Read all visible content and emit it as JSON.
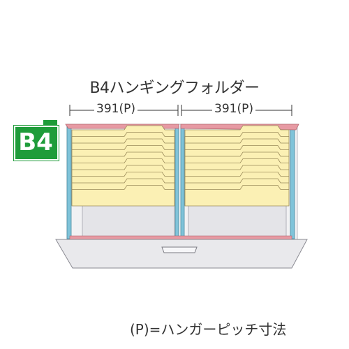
{
  "title": "B4ハンギングフォルダー",
  "badge": {
    "label": "B4",
    "color": "#1f9c3a"
  },
  "dimensions": {
    "left": "391(P)",
    "right": "391(P)"
  },
  "note": "(P)=ハンガーピッチ寸法",
  "colors": {
    "folder_fill": "#fbf0b4",
    "folder_stroke": "#9a8a5a",
    "rail": "#e79aa3",
    "frame_post": "#7fc3d9",
    "drawer_front": "#e9e9ec",
    "interior_bg": "#f1f1f3",
    "dimension_line": "#333333"
  },
  "folders_per_section": 10
}
